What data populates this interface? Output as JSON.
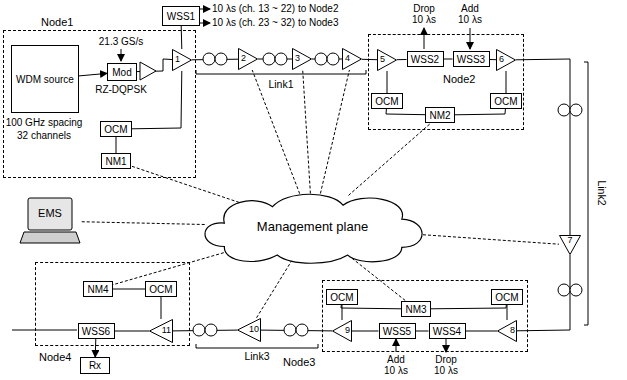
{
  "diagram": {
    "nodes": [
      {
        "text": [
          "Node1"
        ]
      },
      {
        "text": [
          "WDM source"
        ],
        "in": 0
      },
      {
        "text": [
          "Mod"
        ],
        "in": 0
      },
      {
        "text": [
          "1"
        ],
        "in": 0
      },
      {
        "text": [
          "OCM"
        ],
        "in": 0
      },
      {
        "text": [
          "NM1"
        ],
        "in": 0
      },
      {
        "text": [
          "WSS1"
        ]
      },
      {
        "text": [
          "2"
        ]
      },
      {
        "text": [
          "3"
        ]
      },
      {
        "text": [
          "4"
        ]
      },
      {
        "text": [
          "Node2"
        ]
      },
      {
        "text": [
          "5"
        ],
        "in": 10
      },
      {
        "text": [
          "WSS2"
        ],
        "in": 10
      },
      {
        "text": [
          "WSS3"
        ],
        "in": 10
      },
      {
        "text": [
          "6"
        ],
        "in": 10
      },
      {
        "text": [
          "OCM"
        ],
        "in": 10
      },
      {
        "text": [
          "NM2"
        ],
        "in": 10
      },
      {
        "text": [
          "OCM"
        ],
        "in": 10
      },
      {
        "text": [
          "7"
        ]
      },
      {
        "text": [
          "Node3"
        ]
      },
      {
        "text": [
          "8"
        ],
        "in": 19
      },
      {
        "text": [
          "WSS4"
        ],
        "in": 19
      },
      {
        "text": [
          "WSS5"
        ],
        "in": 19
      },
      {
        "text": [
          "9"
        ],
        "in": 19
      },
      {
        "text": [
          "OCM"
        ],
        "in": 19
      },
      {
        "text": [
          "NM3"
        ],
        "in": 19
      },
      {
        "text": [
          "OCM"
        ],
        "in": 19
      },
      {
        "text": [
          "10"
        ]
      },
      {
        "text": [
          "Node4"
        ]
      },
      {
        "text": [
          "11"
        ],
        "in": 28
      },
      {
        "text": [
          "WSS6"
        ],
        "in": 28
      },
      {
        "text": [
          "NM4"
        ],
        "in": 28
      },
      {
        "text": [
          "OCM"
        ],
        "in": 28
      },
      {
        "text": [
          "Rx"
        ]
      },
      {
        "text": [
          "Management plane"
        ]
      },
      {
        "text": [
          "EMS"
        ]
      }
    ],
    "edges": [
      {
        "from": 1,
        "to": 2,
        "arrow": "to"
      },
      {
        "from": 2,
        "to": 3,
        "arrow": "none"
      },
      {
        "from": 3,
        "to": 6,
        "arrow": "none"
      },
      {
        "from": 3,
        "to": 4,
        "arrow": "none"
      },
      {
        "from": 4,
        "to": 5,
        "arrow": "none"
      },
      {
        "from": 3,
        "to": 7,
        "arrow": "none"
      },
      {
        "from": 7,
        "to": 8,
        "arrow": "none"
      },
      {
        "from": 8,
        "to": 9,
        "arrow": "none"
      },
      {
        "from": 9,
        "to": 11,
        "arrow": "none"
      },
      {
        "from": 11,
        "to": 12,
        "arrow": "none"
      },
      {
        "from": 12,
        "to": 13,
        "arrow": "none"
      },
      {
        "from": 13,
        "to": 14,
        "arrow": "none"
      },
      {
        "from": 11,
        "to": 15,
        "arrow": "none"
      },
      {
        "from": 15,
        "to": 16,
        "arrow": "none"
      },
      {
        "from": 14,
        "to": 17,
        "arrow": "none"
      },
      {
        "from": 17,
        "to": 16,
        "arrow": "none"
      },
      {
        "from": 14,
        "to": 18,
        "arrow": "none"
      },
      {
        "from": 18,
        "to": 20,
        "arrow": "none"
      },
      {
        "from": 20,
        "to": 21,
        "arrow": "none"
      },
      {
        "from": 21,
        "to": 22,
        "arrow": "none"
      },
      {
        "from": 22,
        "to": 23,
        "arrow": "none"
      },
      {
        "from": 20,
        "to": 26,
        "arrow": "none"
      },
      {
        "from": 26,
        "to": 25,
        "arrow": "none"
      },
      {
        "from": 23,
        "to": 24,
        "arrow": "none"
      },
      {
        "from": 24,
        "to": 25,
        "arrow": "none"
      },
      {
        "from": 23,
        "to": 27,
        "arrow": "none"
      },
      {
        "from": 27,
        "to": 29,
        "arrow": "none"
      },
      {
        "from": 29,
        "to": 30,
        "arrow": "none"
      },
      {
        "from": 29,
        "to": 32,
        "arrow": "none"
      },
      {
        "from": 32,
        "to": 31,
        "arrow": "none"
      },
      {
        "from": 30,
        "to": 33,
        "arrow": "to"
      },
      {
        "from": 34,
        "to": 5,
        "arrow": "none"
      },
      {
        "from": 34,
        "to": 7,
        "arrow": "none"
      },
      {
        "from": 34,
        "to": 8,
        "arrow": "none"
      },
      {
        "from": 34,
        "to": 9,
        "arrow": "none"
      },
      {
        "from": 34,
        "to": 16,
        "arrow": "none"
      },
      {
        "from": 34,
        "to": 18,
        "arrow": "none"
      },
      {
        "from": 34,
        "to": 25,
        "arrow": "none"
      },
      {
        "from": 34,
        "to": 27,
        "arrow": "none"
      },
      {
        "from": 34,
        "to": 31,
        "arrow": "none"
      },
      {
        "from": 34,
        "to": 35,
        "arrow": "none"
      }
    ],
    "labels": [
      "100 GHz spacing",
      "32 channels",
      "21.3 GS/s",
      "RZ-DQPSK",
      "10 λs (ch. 13 ~ 22) to Node2",
      "10 λs (ch. 23 ~ 32) to Node3",
      "Link1",
      "Drop 10 λs",
      "Add 10 λs",
      "Link2",
      "Add 10 λs",
      "Drop 10 λs",
      "Link3"
    ]
  }
}
